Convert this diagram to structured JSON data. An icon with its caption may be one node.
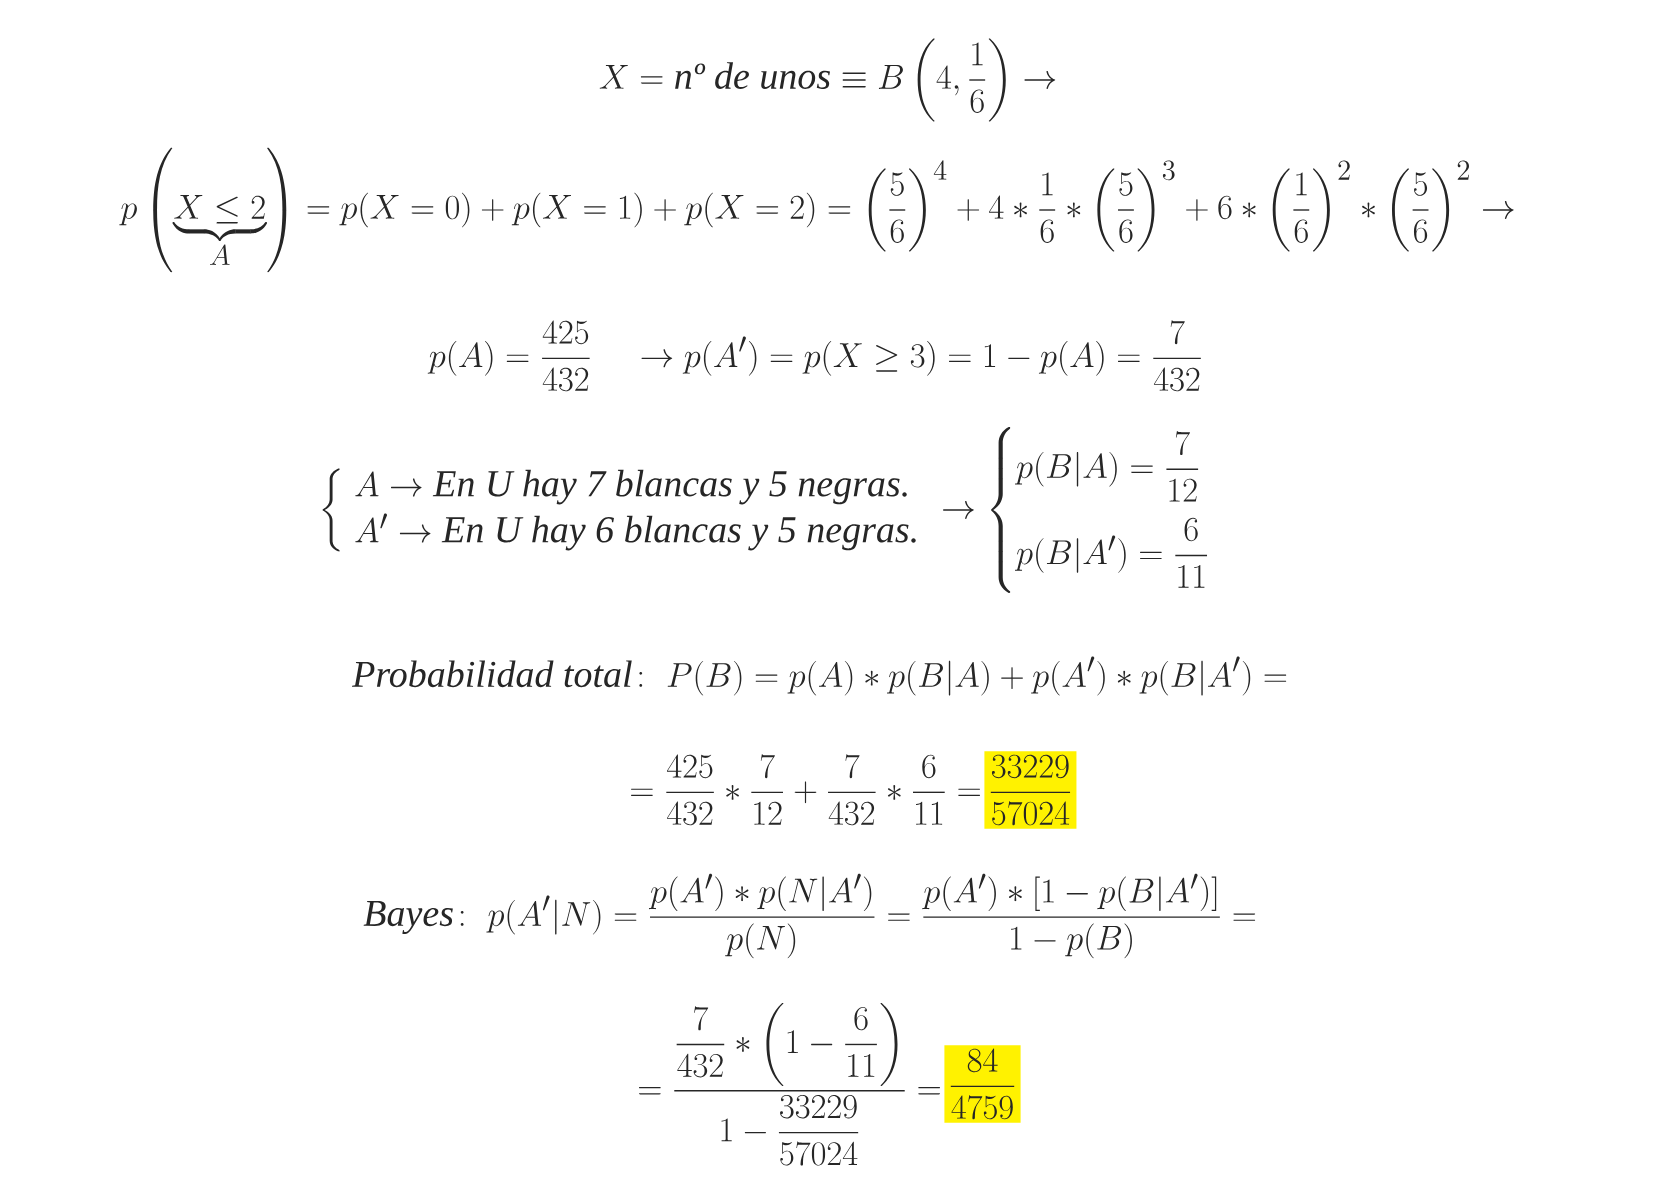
{
  "diagram": {
    "labels": [
      "X = \\textit{nº de unos} \\equiv B\\left(4,\\frac{1}{6}\\right) \\rightarrow",
      "p\\left(\\underbrace{X\\le 2}_{A}\\right) = p(X=0)+p(X=1)+p(X=2) = \\left(\\frac{5}{6}\\right)^{4} + 4*\\frac{1}{6}*\\left(\\frac{5}{6}\\right)^{3} + 6*\\left(\\frac{1}{6}\\right)^{2}*\\left(\\frac{5}{6}\\right)^{2} \\rightarrow",
      "p(A)=\\frac{425}{432}\\quad\\rightarrow p(A')=p(X\\ge 3)=1-p(A)=\\frac{7}{432}",
      "\\left\\{\\begin{array}{l} A\\rightarrow \\textit{En U hay 7 blancas y 5 negras.}\\\\ A'\\rightarrow \\textit{En U hay 6 blancas y 5 negras.}\\end{array}\\right. \\rightarrow \\begin{cases} p(B|A)=\\dfrac{7}{12}\\\\[12pt] p(B|A')=\\dfrac{6}{11}\\end{cases}",
      "\\textit{Probabilidad total}\\colon\\ P(B)=p(A)*p(B|A)+p(A')*p(B|A')=",
      "=\\frac{425}{432}*\\frac{7}{12}+\\frac{7}{432}*\\frac{6}{11}=",
      "\\frac{33229}{57024}",
      "\\textit{Bayes}\\colon\\ p(A'|N)=\\frac{p(A')*p(N|A')}{p(N)}=\\frac{p(A')*[1-p(B|A')]}{1-p(B)}=",
      "=\\frac{\\dfrac{7}{432}*\\left(1-\\dfrac{6}{11}\\right)}{1-\\dfrac{33229}{57024}}=",
      "\\frac{84}{4759}"
    ]
  }
}
